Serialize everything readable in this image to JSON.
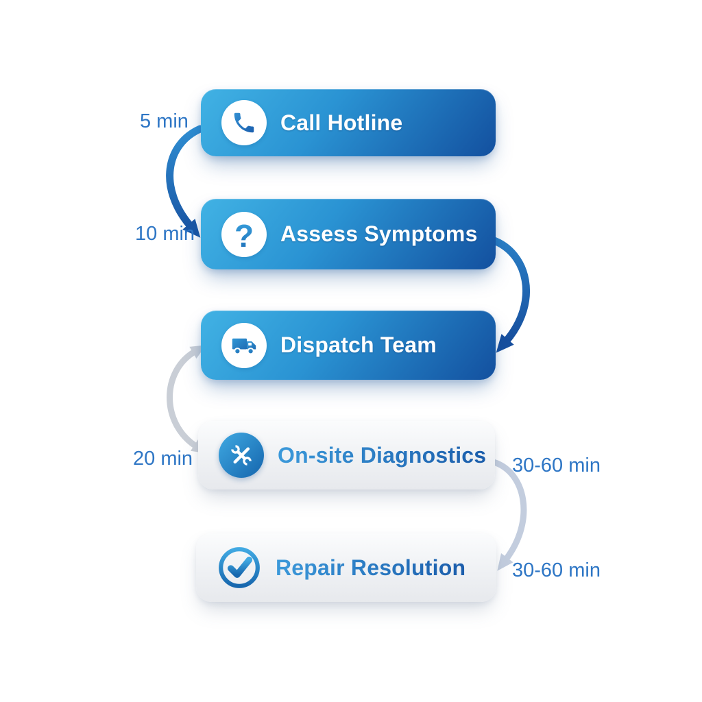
{
  "diagram": {
    "type": "vertical-process-flowchart",
    "steps": [
      {
        "id": "call-hotline",
        "label": "Call Hotline",
        "icon": "phone-icon",
        "variant": "blue"
      },
      {
        "id": "assess-symptoms",
        "label": "Assess Symptoms",
        "icon": "question-icon",
        "variant": "blue"
      },
      {
        "id": "dispatch-team",
        "label": "Dispatch Team",
        "icon": "truck-icon",
        "variant": "blue"
      },
      {
        "id": "onsite-diagnostics",
        "label": "On-site Diagnostics",
        "icon": "tools-icon",
        "variant": "light"
      },
      {
        "id": "repair-resolution",
        "label": "Repair Resolution",
        "icon": "check-icon",
        "variant": "light"
      }
    ],
    "time_labels": [
      {
        "text": "5 min",
        "position": "left of Call Hotline"
      },
      {
        "text": "10 min",
        "position": "left of Assess Symptoms"
      },
      {
        "text": "20 min",
        "position": "left of On-site Diagnostics"
      },
      {
        "text": "30-60 min",
        "position": "right of On-site Diagnostics"
      },
      {
        "text": "30-60 min",
        "position": "right of Repair Resolution"
      }
    ],
    "connectors": [
      {
        "from": "call-hotline",
        "to": "assess-symptoms",
        "side": "left",
        "style": "blue-gradient",
        "double_headed": false
      },
      {
        "from": "assess-symptoms",
        "to": "dispatch-team",
        "side": "right",
        "style": "dark-blue",
        "double_headed": false
      },
      {
        "from": "dispatch-team",
        "to": "onsite-diagnostics",
        "side": "left",
        "style": "light-gray",
        "double_headed": true
      },
      {
        "from": "onsite-diagnostics",
        "to": "repair-resolution",
        "side": "right",
        "style": "light-blue-gray",
        "double_headed": false
      }
    ],
    "icons": {
      "question_glyph": "?"
    },
    "colors": {
      "box_blue_gradient_start": "#41b2e4",
      "box_blue_gradient_end": "#13509f",
      "box_light_gradient_start": "#fbfcfd",
      "box_light_gradient_end": "#e7e9ed",
      "title_on_blue": "#ffffff",
      "title_on_light_start": "#3b99da",
      "title_on_light_end": "#1b5dab",
      "time_label_text": "#2e76c5",
      "arrow_blue_start": "#2f8ed2",
      "arrow_blue_end": "#1a57a5",
      "arrow_dark_blue": "#1d5dab",
      "arrow_gray": "#c9ced6",
      "arrow_gray_blue": "#c3cdde",
      "background": "#ffffff"
    }
  }
}
